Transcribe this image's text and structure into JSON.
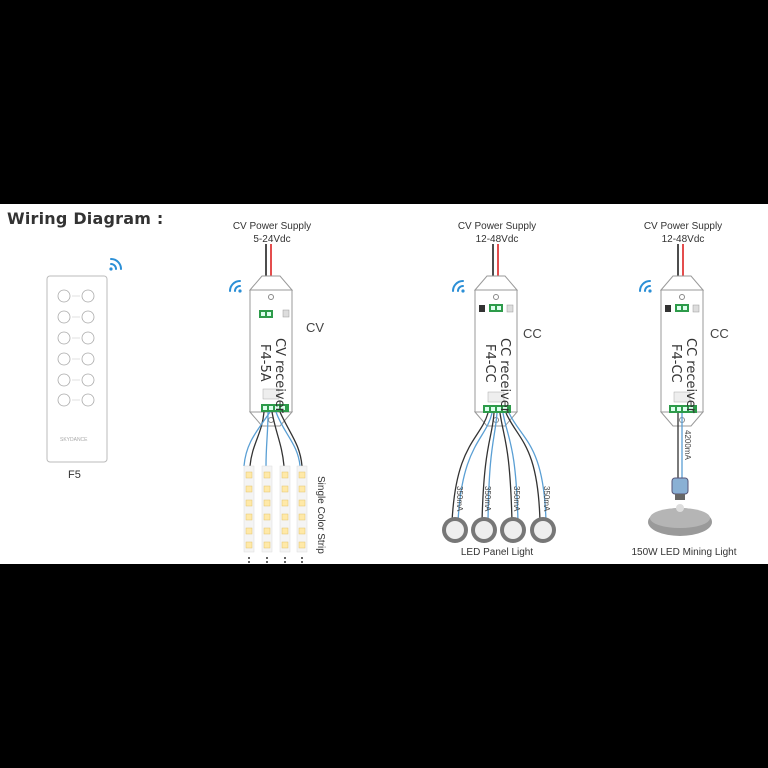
{
  "title": "Wiring Diagram :",
  "remote": {
    "name": "F5",
    "brand": "SKYDANCE"
  },
  "modules": [
    {
      "supply": "CV Power Supply",
      "voltage": "5-24Vdc",
      "receiver_line1": "CV receiver",
      "receiver_line2": "F4-5A",
      "type": "CV",
      "load": "Single Color Strip"
    },
    {
      "supply": "CV Power Supply",
      "voltage": "12-48Vdc",
      "receiver_line1": "CC receiver",
      "receiver_line2": "F4-CC",
      "type": "CC",
      "load": "LED Panel Light",
      "currents": [
        "350mA",
        "350mA",
        "350mA",
        "350mA"
      ]
    },
    {
      "supply": "CV Power Supply",
      "voltage": "12-48Vdc",
      "receiver_line1": "CC receiver",
      "receiver_line2": "F4-CC",
      "type": "CC",
      "load": "150W LED Mining Light",
      "current": "4200mA"
    }
  ]
}
